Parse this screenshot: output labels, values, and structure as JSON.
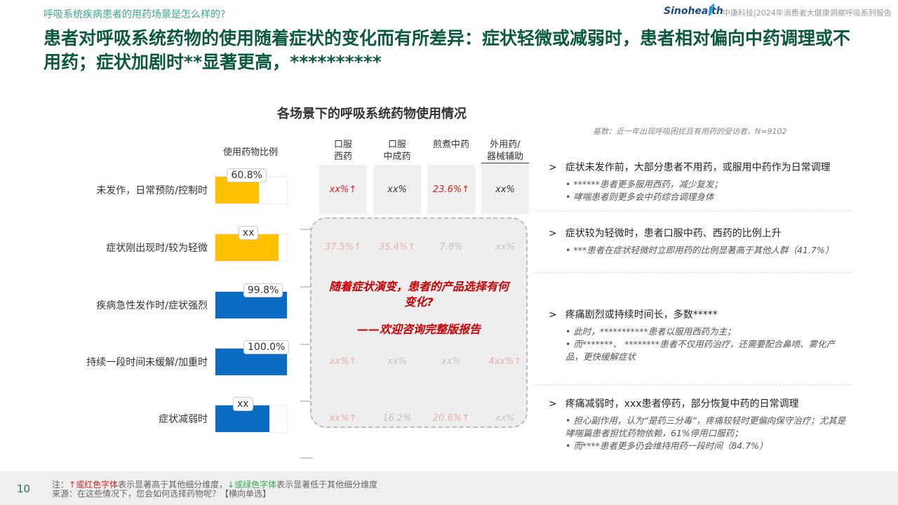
{
  "header": {
    "topic": "呼吸系统疾病患者的用药场景是怎么样的?",
    "brand": "Sinohealth",
    "report": "中康科技|2024年消费者大健康洞察呼吸系列报告"
  },
  "title": "患者对呼吸系统药物的使用随着症状的变化而有所差异：症状轻微或减弱时，患者相对偏向中药调理或不用药；症状加剧时**显著更高，**********",
  "chart_title": "各场景下的呼吸系统药物使用情况",
  "base": "基数：近一年出现呼吸困扰且有用药的受访者，N=9102",
  "ratio_header": "使用药物比例",
  "columns": [
    "口服\n西药",
    "口服\n中成药",
    "煎煮中药",
    "外用药/\n器械辅助"
  ],
  "colors": {
    "yellow": "#ffc000",
    "blue": "#0a6cc2",
    "red": "#e0201c",
    "green": "#2eae4a",
    "title": "#0c5a3e"
  },
  "rows": [
    {
      "label": "未发作，日常预防/控制时",
      "ratio_label": "60.8%",
      "ratio": 60.8,
      "color": "yellow",
      "cells": [
        {
          "v": "xx%↑",
          "sig": "up"
        },
        {
          "v": "xx%"
        },
        {
          "v": "23.6%↑",
          "sig": "up"
        },
        {
          "v": "xx%"
        }
      ]
    },
    {
      "label": "症状刚出现时/较为轻微",
      "ratio_label": "xx",
      "ratio": 88,
      "color": "yellow",
      "cells": [
        {
          "v": "37.5%↑",
          "sig": "up"
        },
        {
          "v": "35.4%↑",
          "sig": "up"
        },
        {
          "v": "7.8%"
        },
        {
          "v": "xx%"
        }
      ]
    },
    {
      "label": "疾病急性发作时/症状强烈",
      "ratio_label": "99.8%",
      "ratio": 99.8,
      "color": "blue",
      "cells": [
        {
          "v": ""
        },
        {
          "v": ""
        },
        {
          "v": ""
        },
        {
          "v": ""
        }
      ]
    },
    {
      "label": "持续一段时间未缓解/加重时",
      "ratio_label": "100.0%",
      "ratio": 100,
      "color": "blue",
      "cells": [
        {
          "v": "xx%↑",
          "sig": "up"
        },
        {
          "v": "xx%"
        },
        {
          "v": "xx%"
        },
        {
          "v": "4xx%↑",
          "sig": "up"
        }
      ]
    },
    {
      "label": "症状减弱时",
      "ratio_label": "xx",
      "ratio": 75,
      "color": "blue",
      "cells": [
        {
          "v": "xx%↑",
          "sig": "up"
        },
        {
          "v": "16.2%"
        },
        {
          "v": "20.6%↑",
          "sig": "up"
        },
        {
          "v": "xx%"
        }
      ]
    }
  ],
  "overlay": {
    "question": "随着症状演变，患者的产品选择有何变化?",
    "cta": "——欢迎咨询完整版报告"
  },
  "notes": [
    {
      "head": "症状未发作前，大部分患者不用药，或服用中药作为日常调理",
      "bullets": [
        "• ******患者更多服用西药，减少复发；",
        "• 哮喘患者则更多会中药综合调理身体"
      ]
    },
    {
      "head": "症状较为轻微时，患者口服中药、西药的比例上升",
      "bullets": [
        "• ***患者在症状轻微时立即用药的比例显著高于其他人群（41.7%）"
      ]
    },
    {
      "head": "疼痛剧烈或持续时间长，多数*****",
      "bullets": [
        "• 此时，***********患者以服用西药为主；",
        "• 而*******、 ********患者不仅用药治疗，还需要配合鼻喷、雾化产品，更快缓解症状"
      ]
    },
    {
      "head": "疼痛减弱时，xxx患者停药，部分恢复中药的日常调理",
      "bullets": [
        "• 担心副作用，认为“是药三分毒”，疼痛较轻时更偏向保守治疗；尤其是哮喘篇患者担忧药物依赖，61%停用口服药；",
        "• 而****患者更多仍会维持用药一段时间（84.7%）"
      ]
    }
  ],
  "footer": {
    "page": "10",
    "note_prefix": "注：",
    "up_text": "↑或红色字体",
    "up_desc": "表示显著高于其他细分维度，",
    "down_text": "↓或绿色字体",
    "down_desc": "表示显著低于其他细分维度",
    "source": "来源：在这些情况下，您会如何选择药物呢？【横向单选】"
  }
}
